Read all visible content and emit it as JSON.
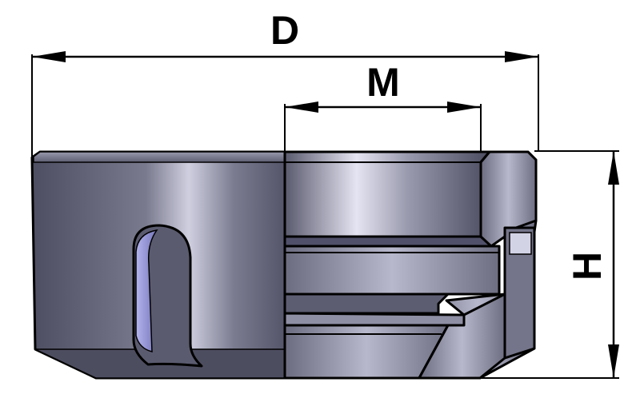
{
  "dimensions": {
    "D": "D",
    "M": "M",
    "H": "H"
  },
  "colors": {
    "body_dark": "#4a4a5e",
    "body_mid": "#6f6f83",
    "body_light": "#d9d9ea",
    "slot_highlight": "#a9a9e6",
    "ink": "#000000"
  }
}
